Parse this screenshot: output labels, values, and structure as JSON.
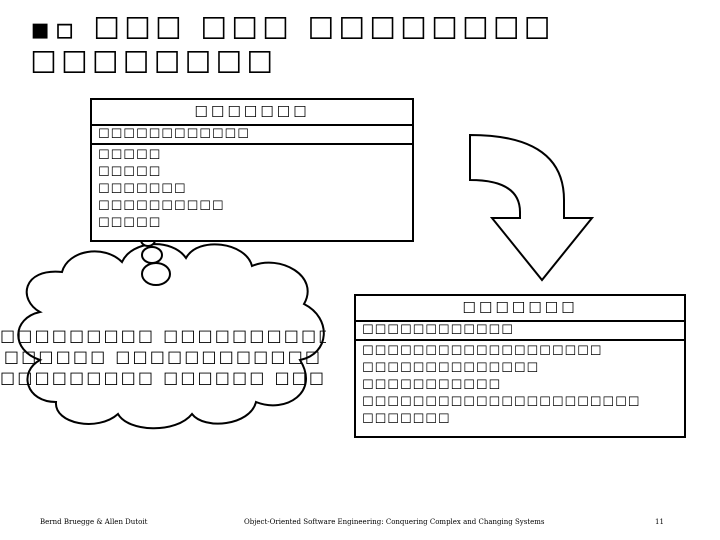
{
  "slide": {
    "title_lines": [
      "▪▫ ☐☐☐ ☐☐☐ ☐☐☐☐☐☐☐☐",
      "☐☐☐☐☐☐☐☐"
    ]
  },
  "class_before": {
    "name": "☐☐☐☐☐☐☐",
    "attribute": "☐☐☐☐☐☐☐☐☐☐☐☐",
    "operations": [
      "☐☐☐☐☐",
      "☐☐☐☐☐",
      "☐☐☐☐☐☐☐",
      "☐☐☐☐☐☐☐☐☐☐",
      "☐☐☐☐☐"
    ]
  },
  "class_after": {
    "name": "☐☐☐☐☐☐☐",
    "attribute": "☐☐☐☐☐☐☐☐☐☐☐☐",
    "operations": [
      "☐☐☐☐☐☐☐☐☐☐☐☐☐☐☐☐☐☐☐",
      "☐☐☐☐☐☐☐☐☐☐☐☐☐☐",
      "☐☐☐☐☐☐☐☐☐☐☐",
      "☐☐☐☐☐☐☐☐☐☐☐☐☐☐☐☐☐☐☐☐☐☐",
      "☐☐☐☐☐☐☐"
    ]
  },
  "cloud": {
    "lines": [
      "☐☐☐☐☐☐☐☐☐ ☐☐☐☐☐☐☐☐☐☐",
      "☐☐☐☐☐☐ ☐☐☐☐☐☐☐☐☐☐☐☐",
      "☐☐☐☐☐☐☐☐☐ ☐☐☐☐☐☐ ☐☐☐☐☐☐☐"
    ]
  },
  "footer": {
    "authors": "Bernd Bruegge & Allen Dutoit",
    "book": "Object-Oriented Software Engineering: Conquering Complex and Changing Systems",
    "page": "11"
  }
}
